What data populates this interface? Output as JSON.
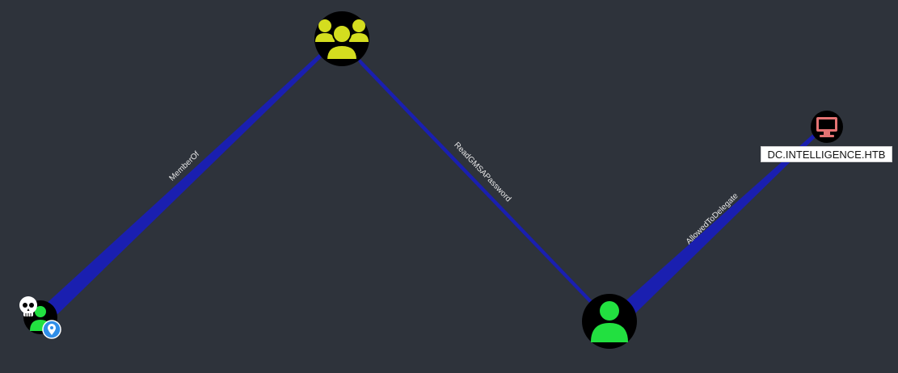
{
  "colors": {
    "background": "#2e333b",
    "edge": "#1a1fb0",
    "group_icon": "#d4dd1f",
    "user_icon": "#22e040",
    "computer_icon": "#e57373",
    "node_fill": "#000000",
    "marker_blue": "#2f8ee8"
  },
  "nodes": [
    {
      "id": "group-node",
      "icon": "group-icon",
      "type": "Group"
    },
    {
      "id": "owned-user-node",
      "icon": "user-icon",
      "badges": [
        "skull-icon",
        "location-pin-icon"
      ],
      "type": "User"
    },
    {
      "id": "gmsa-user-node",
      "icon": "user-icon",
      "type": "User"
    },
    {
      "id": "dc-computer-node",
      "icon": "computer-icon",
      "type": "Computer",
      "label": "DC.INTELLIGENCE.HTB"
    }
  ],
  "edges": [
    {
      "from": "owned-user-node",
      "to": "group-node",
      "label": "MemberOf"
    },
    {
      "from": "group-node",
      "to": "gmsa-user-node",
      "label": "ReadGMSAPassword"
    },
    {
      "from": "gmsa-user-node",
      "to": "dc-computer-node",
      "label": "AllowedToDelegate"
    }
  ]
}
